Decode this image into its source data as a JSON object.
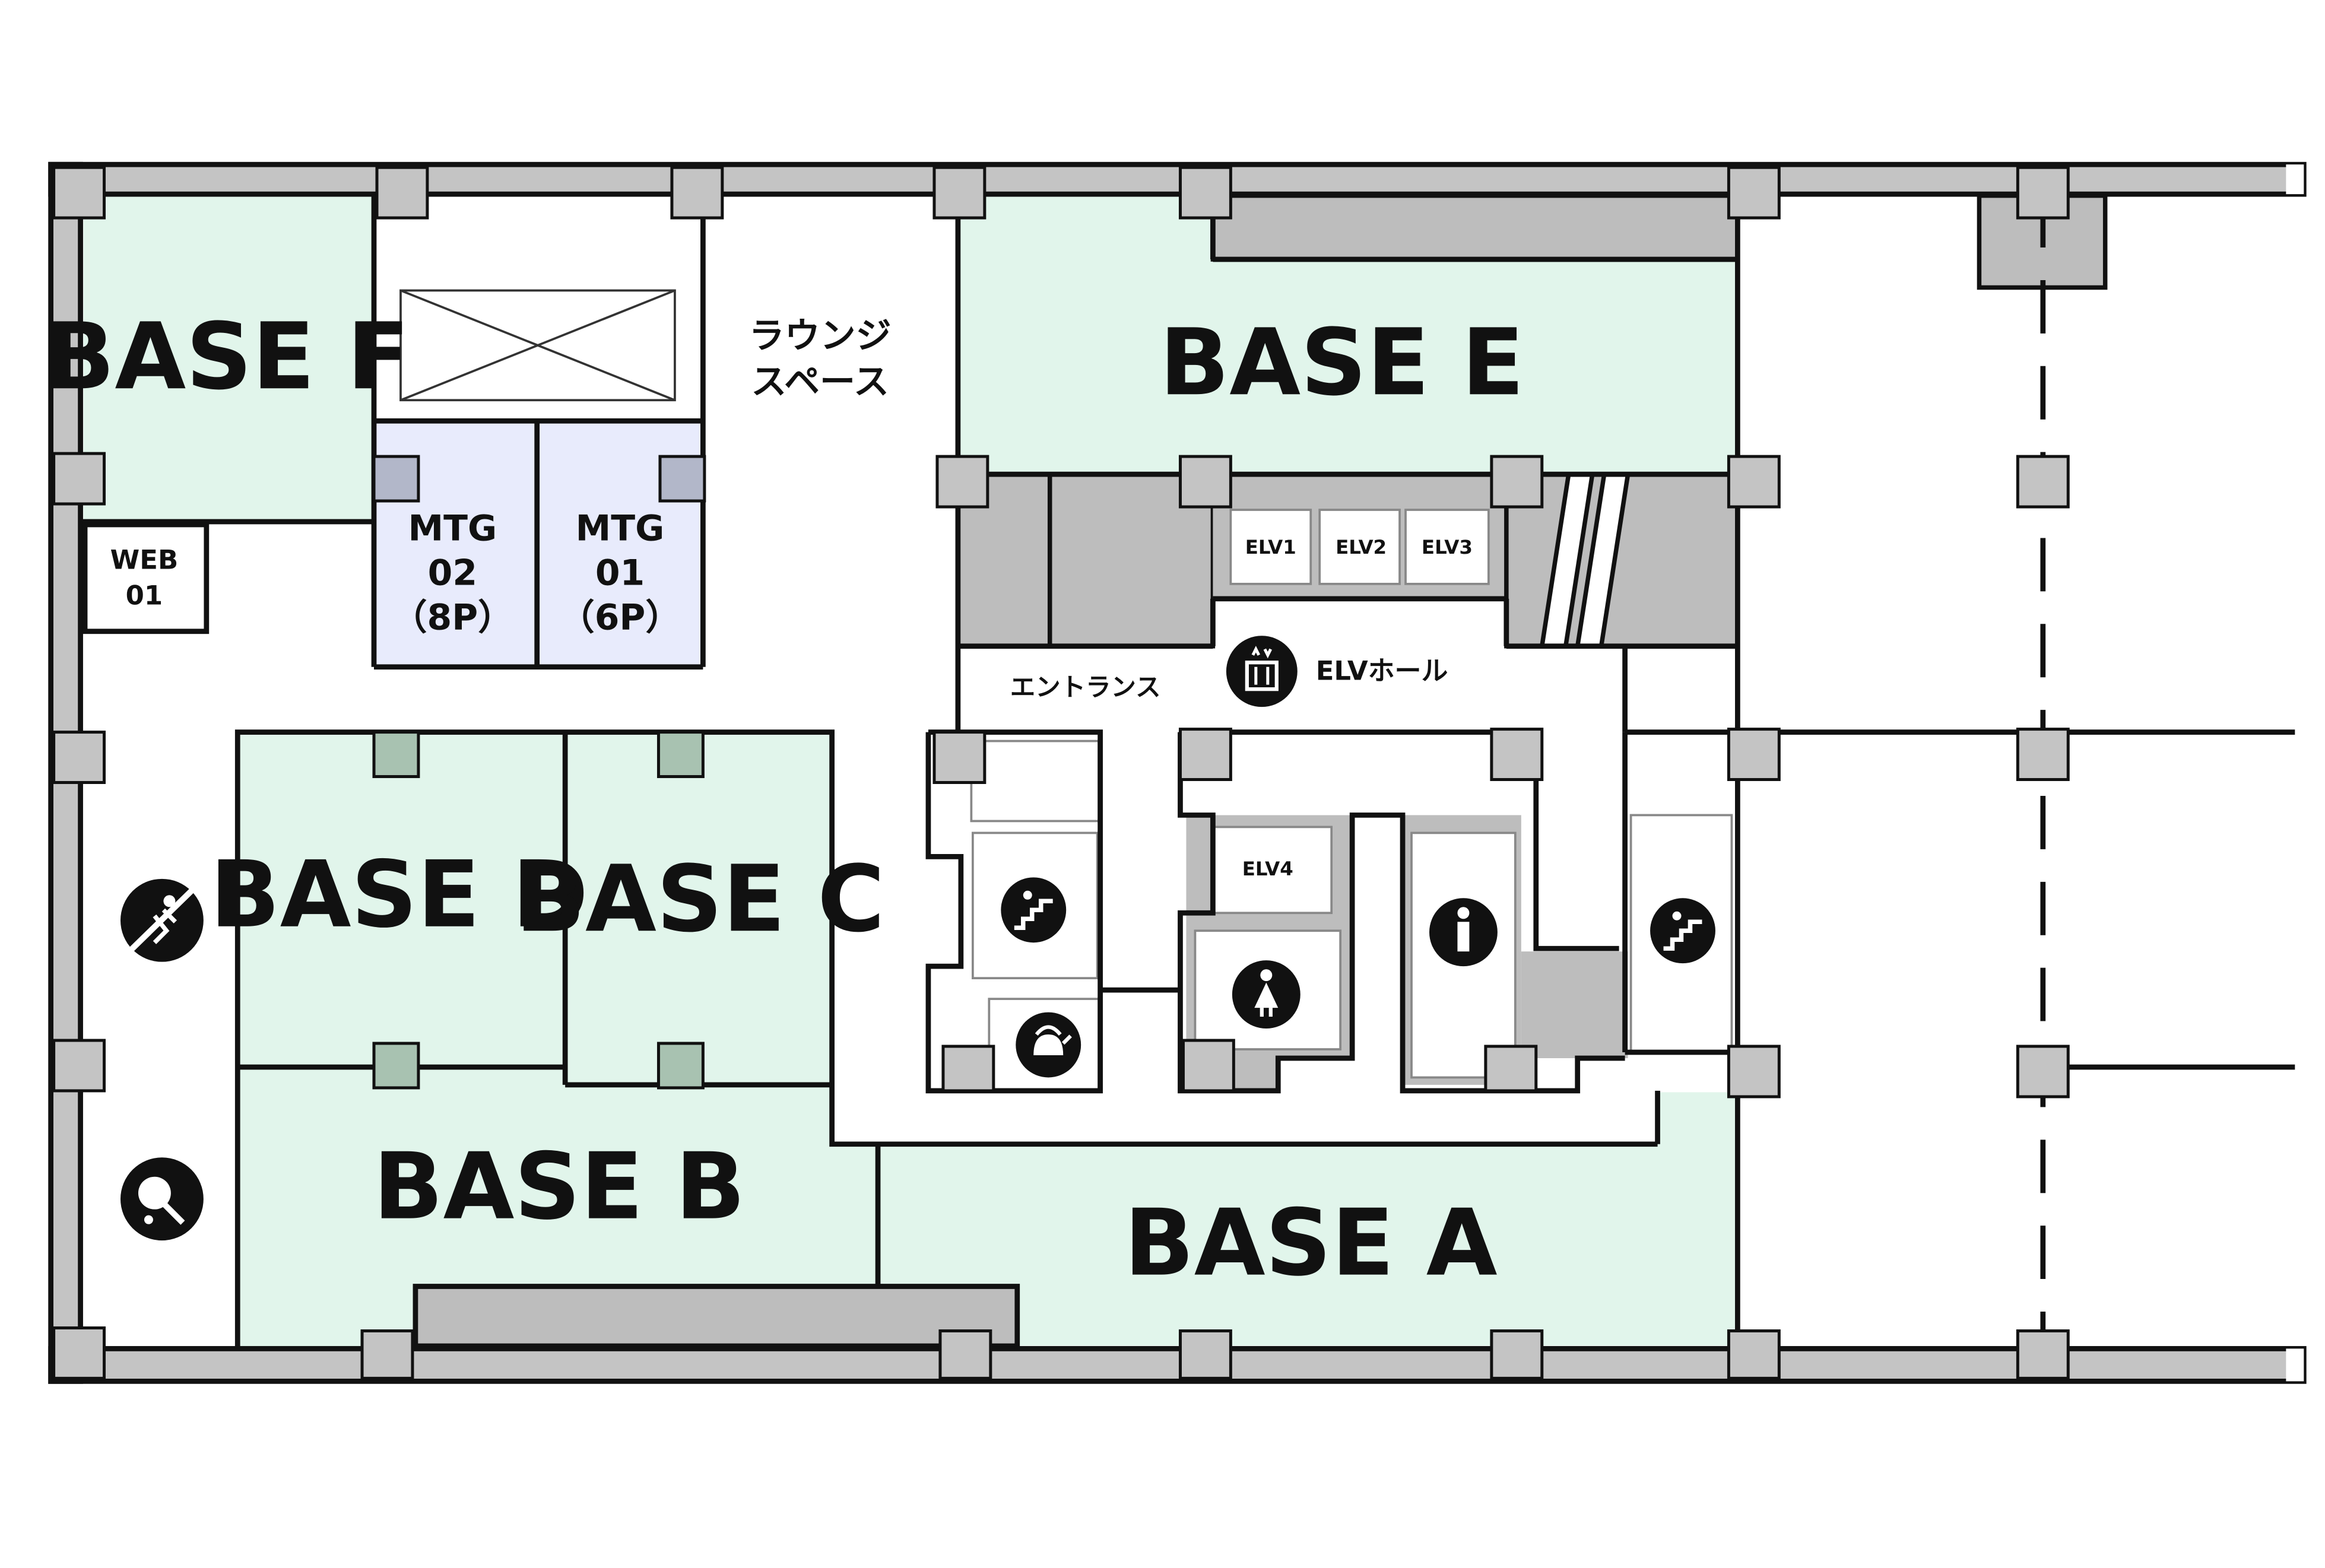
{
  "rooms": {
    "base_f": "BASE F",
    "base_e": "BASE E",
    "base_d": "BASE D",
    "base_c": "BASE C",
    "base_b": "BASE B",
    "base_a": "BASE A"
  },
  "mtg02": {
    "line1": "MTG",
    "line2": "02",
    "line3": "（8P）"
  },
  "mtg01": {
    "line1": "MTG",
    "line2": "01",
    "line3": "（6P）"
  },
  "web01": {
    "line1": "WEB",
    "line2": "01"
  },
  "lounge": {
    "line1": "ラウンジ",
    "line2": "スペース"
  },
  "entrance": "エントランス",
  "elv_hall": "ELVホール",
  "elevators": [
    "ELV1",
    "ELV2",
    "ELV3",
    "ELV4"
  ],
  "colors": {
    "base_room": "#e1f5eb",
    "mtg_room": "#e8ebfc",
    "core": "#bdbdbd",
    "column": "#c4c4c4",
    "column_green": "#a8c2b1",
    "wall": "#111111"
  },
  "icons": [
    "climbing-icon",
    "ping-pong-icon",
    "stairs-icon",
    "kettle-icon",
    "elevator-icon",
    "male-restroom-icon",
    "female-restroom-icon"
  ]
}
